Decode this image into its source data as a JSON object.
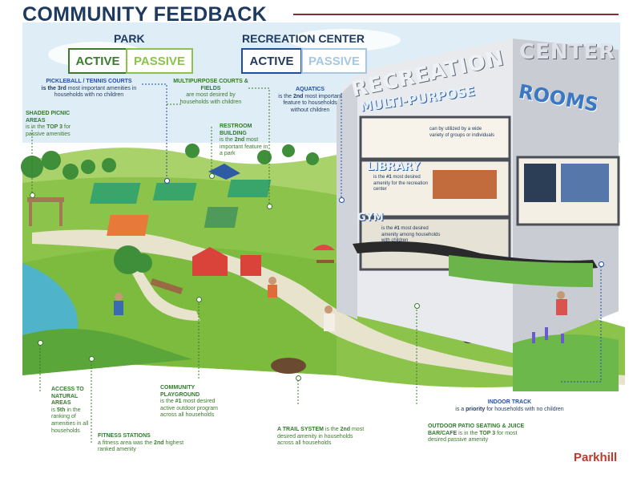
{
  "title": "COMMUNITY FEEDBACK",
  "park": {
    "heading": "PARK",
    "active": "ACTIVE",
    "passive": "PASSIVE"
  },
  "rec": {
    "heading": "RECREATION CENTER",
    "active": "ACTIVE",
    "passive": "PASSIVE"
  },
  "building": {
    "word1": "RECREATION",
    "word2": "CENTER",
    "multipurpose": "MULTI-PURPOSE",
    "rooms": "ROOMS",
    "library": "LIBRARY",
    "gym": "GYM"
  },
  "callouts": {
    "pickleball": {
      "heading": "PICKLEBALL / TENNIS COURTS",
      "pre": "",
      "bold": "is the 3rd",
      "post": " most important amenities in households with no children"
    },
    "multipurpose": {
      "heading": "MULTIPURPOSE COURTS & FIELDS",
      "pre": "",
      "bold": "",
      "post": "are most desired by households with children"
    },
    "shaded": {
      "heading": "SHADED PICNIC AREAS",
      "pre": "is in the ",
      "bold": "TOP 3",
      "post": " for passive amenities"
    },
    "restroom": {
      "heading": "RESTROOM BUILDING",
      "pre": "is the ",
      "bold": "2nd",
      "post": " most important feature in a park"
    },
    "aquatics": {
      "heading": "AQUATICS",
      "pre": "is the ",
      "bold": "2nd",
      "post": " most important feature to households without children"
    },
    "rooms_note": {
      "heading": "",
      "pre": "",
      "bold": "",
      "post": "can by utilized by a wide variety of groups or individuals"
    },
    "library_note": {
      "heading": "",
      "pre": "is the ",
      "bold": "#1",
      "post": " most desired amenity for the recreation center"
    },
    "gym_note": {
      "heading": "",
      "pre": "is the ",
      "bold": "#1",
      "post": " most desired amenity among households with children"
    },
    "natural": {
      "heading": "ACCESS TO NATURAL AREAS",
      "pre": "is ",
      "bold": "5th",
      "post": " in the ranking of amenities in all households"
    },
    "fitness": {
      "heading": "FITNESS STATIONS",
      "pre": "a fitness area was the ",
      "bold": "2nd",
      "post": " highest ranked amenity"
    },
    "playground": {
      "heading": "COMMUNITY PLAYGROUND",
      "pre": "is the ",
      "bold": "#1",
      "post": " most desired active outdoor program across all households"
    },
    "trail": {
      "heading": "A TRAIL SYSTEM",
      "pre": " is the ",
      "bold": "2nd",
      "post": " most desired amenity in households across all households"
    },
    "track": {
      "heading": "INDOOR TRACK",
      "pre": "is a ",
      "bold": "priority",
      "post": " for households with no children"
    },
    "patio": {
      "heading": "OUTDOOR PATIO SEATING & JUICE BAR/CAFE",
      "pre": " is in the ",
      "bold": "TOP 3",
      "post": " for most desired passive amenity"
    }
  },
  "brand": "Parkhill",
  "colors": {
    "navy": "#1f3a5f",
    "blue_accent": "#1f4fa1",
    "green_accent": "#3c7a2e",
    "rule": "#8a2c35",
    "brand_red": "#c0392b",
    "grass": "#8cc34a",
    "path": "#e7e3cd"
  }
}
